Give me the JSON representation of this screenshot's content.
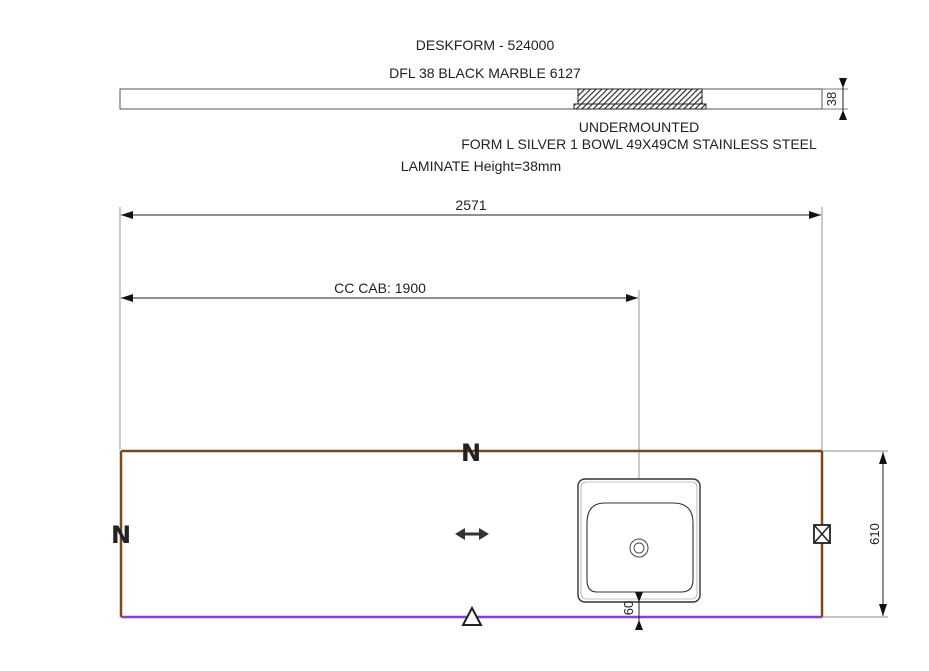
{
  "header": {
    "title": "DESKFORM - 524000",
    "material": "DFL 38 BLACK MARBLE 6127"
  },
  "side_profile": {
    "thickness_label": "38"
  },
  "sink": {
    "mount": "UNDERMOUNTED",
    "model": "FORM L SILVER 1 BOWL 49X49CM STAINLESS STEEL",
    "front_offset_label": "60"
  },
  "laminate_note": "LAMINATE Height=38mm",
  "dimensions": {
    "total_length": "2571",
    "cc_cab": "CC CAB: 1900",
    "depth": "610"
  },
  "edge_marks": {
    "top": "N",
    "left": "N"
  },
  "colors": {
    "outline": "#7a4a1c",
    "front_edge": "#8a3fc9",
    "lines": "#333333"
  },
  "icons": {
    "grain_direction": "double-arrow-icon",
    "end_marker": "boxed-x-icon",
    "front_marker": "triangle-icon"
  }
}
